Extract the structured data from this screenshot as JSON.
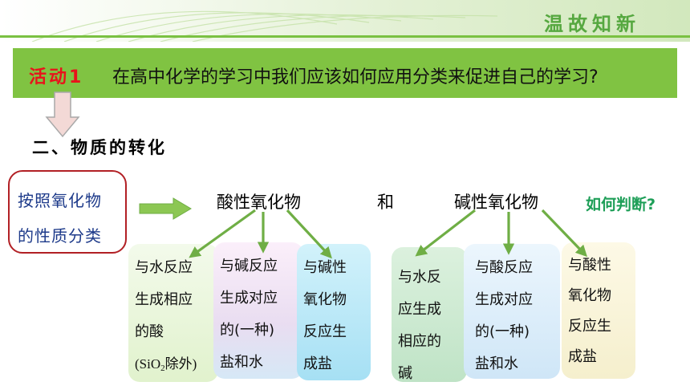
{
  "header": {
    "title": "温故知新"
  },
  "activity": {
    "label": "活动1",
    "question": "在高中化学的学习中我们应该如何应用分类来促进自己的学习?"
  },
  "section": {
    "title": "二、物质的转化"
  },
  "classify": {
    "line1": "按照氧化物",
    "line2": "的性质分类"
  },
  "headings": {
    "acidic": "酸性氧化物",
    "and": "和",
    "basic": "碱性氧化物",
    "judge": "如何判断?"
  },
  "cards": {
    "acid_water": [
      "与水反应",
      "生成相应",
      "的酸"
    ],
    "acid_water_note": {
      "prefix": "(SiO",
      "sub": "2",
      "suffix": "除外)"
    },
    "acid_base": [
      "与碱反应",
      "生成对应",
      "的(一种)",
      "盐和水"
    ],
    "acid_basicox": [
      "与碱性",
      "氧化物",
      "反应生",
      "成盐"
    ],
    "base_water": [
      "与水反",
      "应生成",
      "相应的",
      "碱"
    ],
    "base_acid": [
      "与酸反应",
      "生成对应",
      "的(一种)",
      "盐和水"
    ],
    "base_acidox": [
      "与酸性",
      "氧化物",
      "反应生",
      "成盐"
    ]
  },
  "colors": {
    "banner": "#80c342",
    "header_accent": "#56a840",
    "activity_label": "#e8131b",
    "judge": "#1d9e57",
    "arrow": "#6fae45"
  }
}
